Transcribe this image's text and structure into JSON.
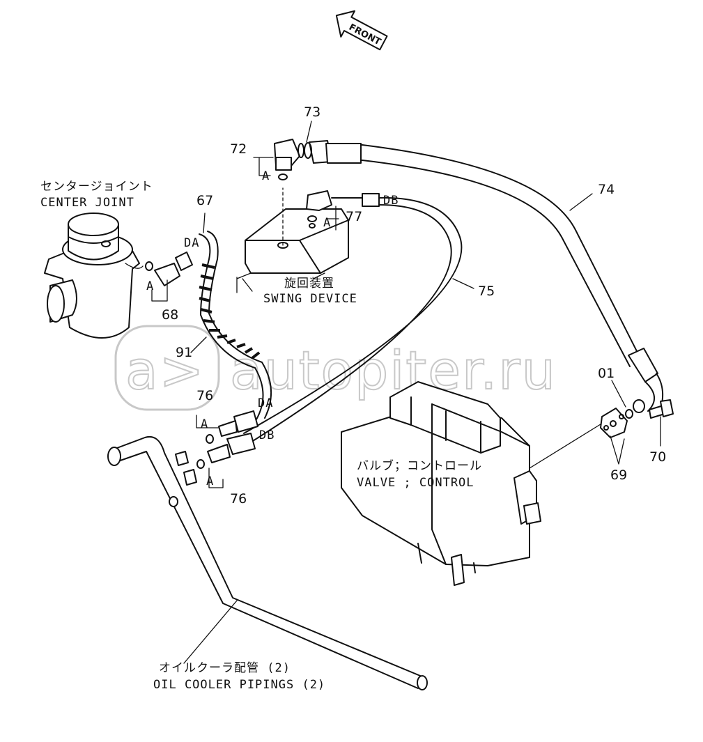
{
  "front_arrow": {
    "label": "FRONT"
  },
  "parts": {
    "center_joint": {
      "label_jp": "センタージョイント",
      "label_en": "CENTER JOINT"
    },
    "swing_device": {
      "label_jp": "旋回装置",
      "label_en": "SWING DEVICE"
    },
    "valve": {
      "label_jp": "バルブ；コントロール",
      "label_en": "VALVE ; CONTROL"
    },
    "oil_cooler": {
      "label_jp": "オイルクーラ配管 (2)",
      "label_en": "OIL COOLER PIPINGS (2)"
    }
  },
  "callouts": {
    "n67": "67",
    "n68": "68",
    "n69": "69",
    "n70": "70",
    "n01": "01",
    "n72": "72",
    "n73": "73",
    "n74": "74",
    "n75": "75",
    "n76_top": "76",
    "n76_bottom": "76",
    "n77": "77",
    "n91": "91"
  },
  "port_labels": {
    "da_top": "DA",
    "da_bottom": "DA",
    "db_top": "DB",
    "db_bottom": "DB",
    "a_72": "A",
    "a_77": "A",
    "a_68": "A",
    "a_76_top": "A",
    "a_76_bottom": "A"
  },
  "watermark": {
    "text": "autopiter.ru",
    "mark": "a>"
  }
}
